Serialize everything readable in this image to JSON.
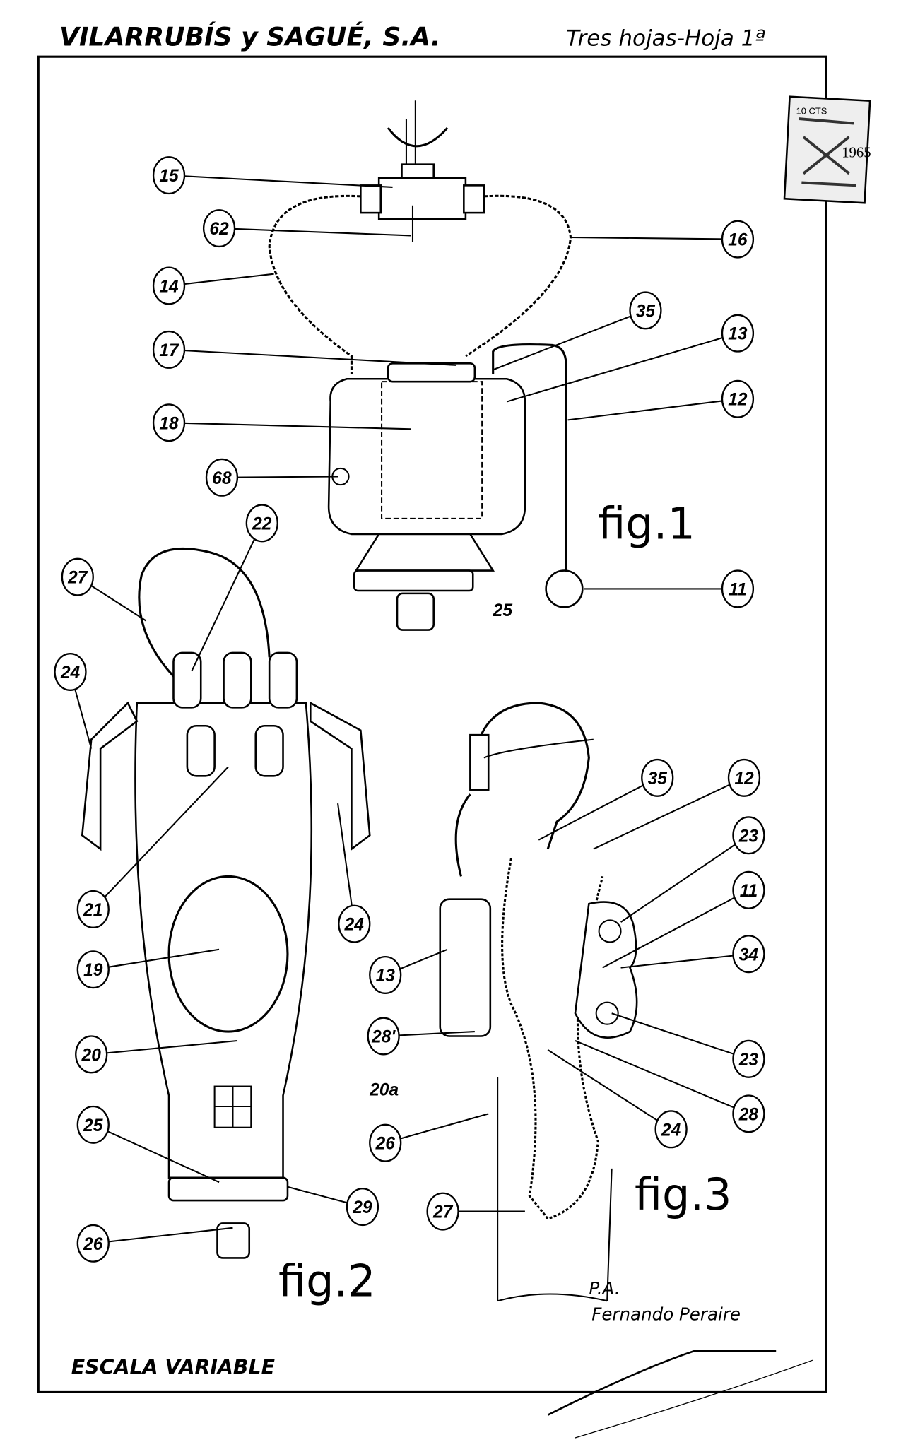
{
  "header": {
    "company": "VILARRUBÍS y SAGUÉ, S.A.",
    "sheet": "Tres hojas-Hoja 1ª"
  },
  "stamp": {
    "value": "10 CTS",
    "year": "1965"
  },
  "figures": {
    "fig1": {
      "title": "fig.1",
      "labels": [
        "15",
        "62",
        "14",
        "17",
        "18",
        "68",
        "16",
        "35",
        "13",
        "12",
        "11"
      ],
      "plain_labels": [
        "25"
      ]
    },
    "fig2": {
      "title": "fig.2",
      "labels": [
        "22",
        "27",
        "24",
        "24",
        "21",
        "19",
        "20",
        "25",
        "29",
        "26"
      ],
      "plain_labels": [
        "20a"
      ]
    },
    "fig3": {
      "title": "fig.3",
      "labels": [
        "35",
        "12",
        "23",
        "11",
        "34",
        "13",
        "28'",
        "23",
        "28",
        "24",
        "26",
        "27"
      ]
    }
  },
  "footer": {
    "attorney_prefix": "P.A.",
    "attorney_name": "Fernando Peraire",
    "scale_note": "ESCALA VARIABLE"
  }
}
